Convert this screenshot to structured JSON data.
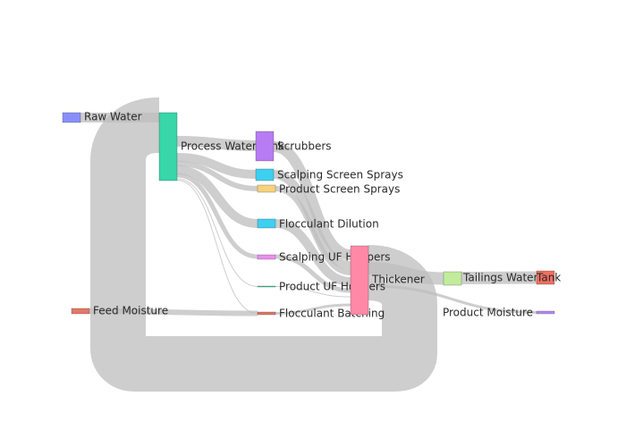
{
  "diagram": {
    "type": "sankey",
    "nodes": [
      {
        "id": "raw_water",
        "label": "Raw Water",
        "color": "#8890f8"
      },
      {
        "id": "process_water_tank",
        "label": "Process Water Tank",
        "color": "#38d6a8"
      },
      {
        "id": "scrubbers",
        "label": "Scrubbers",
        "color": "#b87cf2"
      },
      {
        "id": "scalping_screen_sprays",
        "label": "Scalping Screen Sprays",
        "color": "#3ed0f0"
      },
      {
        "id": "product_screen_sprays",
        "label": "Product Screen Sprays",
        "color": "#f8d27e"
      },
      {
        "id": "flocculant_dilution",
        "label": "Flocculant Dilution",
        "color": "#3ed0f0"
      },
      {
        "id": "scalping_uf_hoppers",
        "label": "Scalping UF Hoppers",
        "color": "#ec8ef0"
      },
      {
        "id": "product_uf_hoppers",
        "label": "Product UF Hoppers",
        "color": "#38d6a8"
      },
      {
        "id": "flocculant_batching",
        "label": "Flocculant Batching",
        "color": "#e07868"
      },
      {
        "id": "feed_moisture",
        "label": "Feed Moisture",
        "color": "#e57868"
      },
      {
        "id": "thickener",
        "label": "Thickener",
        "color": "#ff88a6"
      },
      {
        "id": "tailings_water",
        "label": "Tailings Water",
        "color": "#c2ec9c"
      },
      {
        "id": "tank",
        "label": "Tank",
        "color": "#ef7060"
      },
      {
        "id": "product_moisture",
        "label": "Product Moisture",
        "color": "#b68af0"
      }
    ],
    "links": [
      {
        "source": "raw_water",
        "target": "process_water_tank"
      },
      {
        "source": "process_water_tank",
        "target": "scrubbers"
      },
      {
        "source": "process_water_tank",
        "target": "scalping_screen_sprays"
      },
      {
        "source": "process_water_tank",
        "target": "product_screen_sprays"
      },
      {
        "source": "process_water_tank",
        "target": "flocculant_dilution"
      },
      {
        "source": "process_water_tank",
        "target": "scalping_uf_hoppers"
      },
      {
        "source": "process_water_tank",
        "target": "product_uf_hoppers"
      },
      {
        "source": "process_water_tank",
        "target": "flocculant_batching"
      },
      {
        "source": "feed_moisture",
        "target": "flocculant_batching"
      },
      {
        "source": "scrubbers",
        "target": "thickener"
      },
      {
        "source": "scalping_screen_sprays",
        "target": "thickener"
      },
      {
        "source": "product_screen_sprays",
        "target": "thickener"
      },
      {
        "source": "flocculant_dilution",
        "target": "thickener"
      },
      {
        "source": "scalping_uf_hoppers",
        "target": "thickener"
      },
      {
        "source": "product_uf_hoppers",
        "target": "thickener"
      },
      {
        "source": "flocculant_batching",
        "target": "thickener"
      },
      {
        "source": "thickener",
        "target": "tailings_water"
      },
      {
        "source": "thickener",
        "target": "process_water_tank"
      },
      {
        "source": "thickener",
        "target": "product_moisture"
      },
      {
        "source": "tailings_water",
        "target": "tank"
      }
    ]
  }
}
